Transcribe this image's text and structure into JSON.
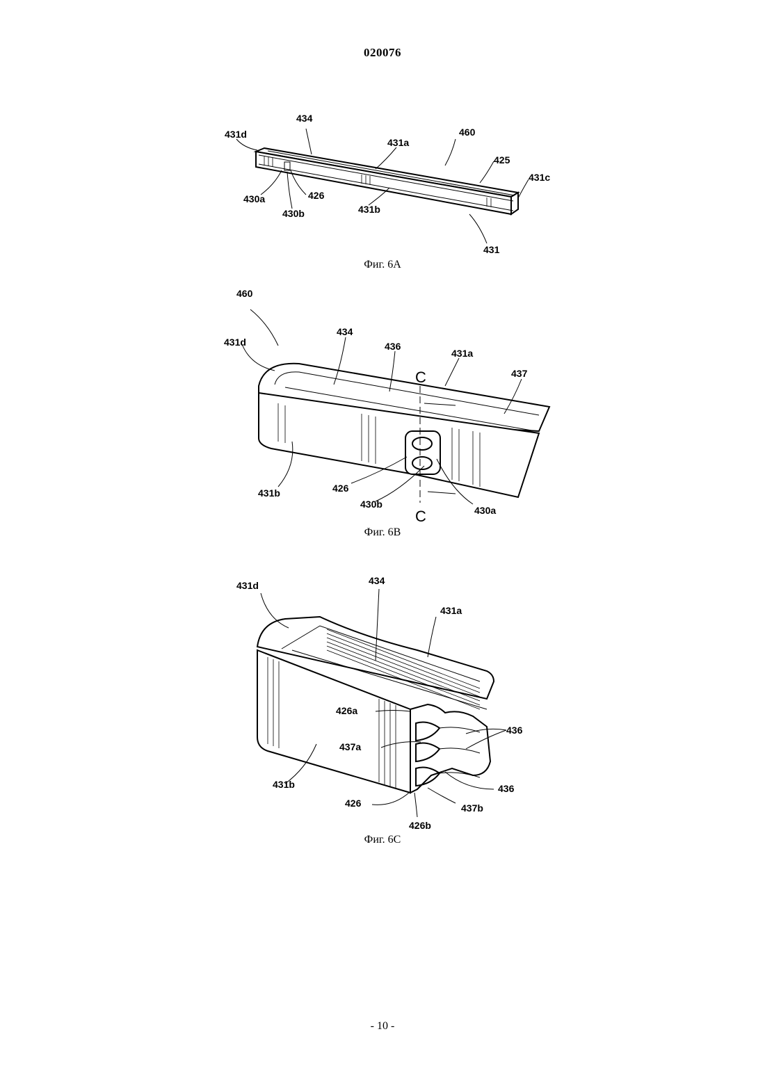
{
  "header": {
    "doc_number": "020076"
  },
  "figures": [
    {
      "caption": "Фиг. 6A",
      "labels": [
        "434",
        "431d",
        "431a",
        "460",
        "425",
        "431c",
        "430a",
        "430b",
        "426",
        "431b",
        "431"
      ]
    },
    {
      "caption": "Фиг. 6B",
      "labels": [
        "460",
        "431d",
        "434",
        "436",
        "431a",
        "437",
        "C",
        "C",
        "426",
        "431b",
        "430b",
        "430a"
      ]
    },
    {
      "caption": "Фиг. 6C",
      "labels": [
        "431d",
        "434",
        "431a",
        "426a",
        "436",
        "437a",
        "431b",
        "436",
        "426",
        "437b",
        "426b"
      ]
    }
  ],
  "footer": {
    "page_number": "- 10 -"
  }
}
